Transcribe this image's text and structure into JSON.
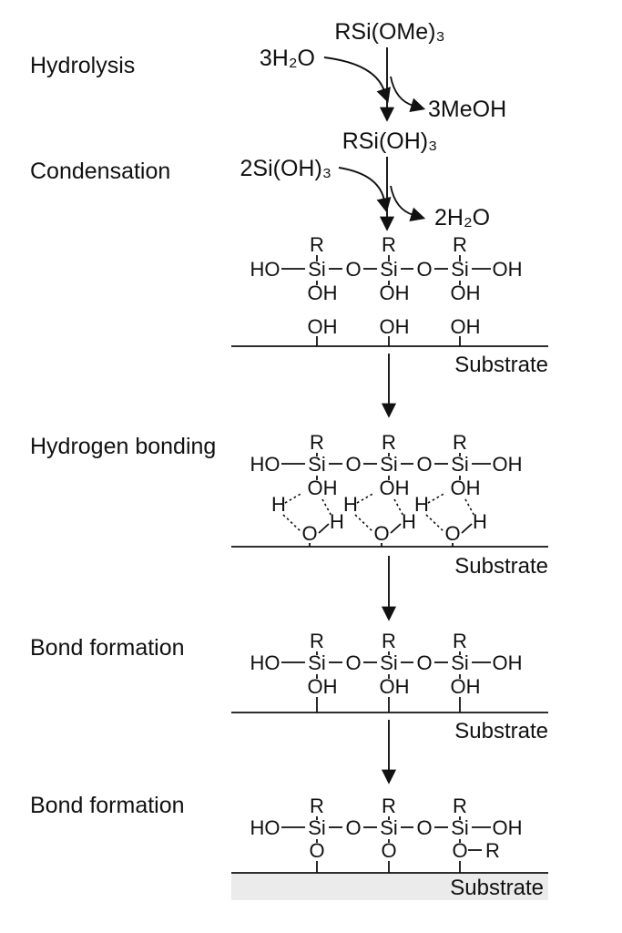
{
  "steps": {
    "hydrolysis": {
      "label": "Hydrolysis",
      "reactant": "RSi(OMe)₃",
      "reagent": "3H₂O",
      "byproduct": "3MeOH"
    },
    "condensation": {
      "label": "Condensation",
      "reactant": "RSi(OH)₃",
      "reagent": "2Si(OH)₃",
      "byproduct": "2H₂O"
    },
    "hydrogen_bonding": {
      "label": "Hydrogen bonding"
    },
    "bond_formation_1": {
      "label": "Bond formation"
    },
    "bond_formation_2": {
      "label": "Bond formation"
    }
  },
  "atoms": {
    "r": "R",
    "si": "Si",
    "o": "O",
    "h": "H",
    "oh": "OH",
    "ho": "HO"
  },
  "substrate": {
    "label": "Substrate",
    "slab_fill": "#ebebeb"
  },
  "colors": {
    "ink": "#111111",
    "background": "#ffffff"
  }
}
